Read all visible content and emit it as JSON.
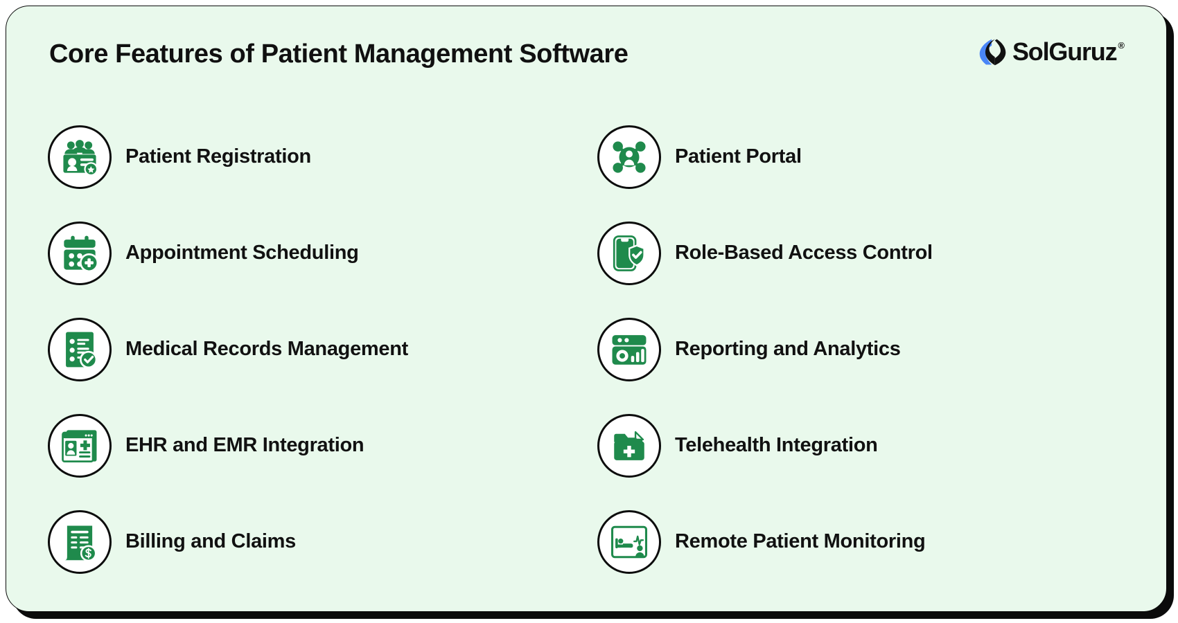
{
  "header": {
    "title": "Core Features of Patient Management Software",
    "brand": {
      "name": "SolGuruz",
      "trademark": "®",
      "mark_icon": "solguruz-hexagon-s-mark",
      "mark_color_primary": "#4a86f7",
      "mark_color_secondary": "#111111"
    }
  },
  "theme": {
    "card_background": "#e9f9ec",
    "page_background": "#ffffff",
    "border_color": "#0b0b0b",
    "shadow_color": "#0b0b0b",
    "icon_green": "#1f8a4c",
    "icon_circle_fill": "#ffffff",
    "text_color": "#111111"
  },
  "features": {
    "left_column": [
      {
        "label": "Patient Registration",
        "icon": "patient-registration-icon"
      },
      {
        "label": "Appointment Scheduling",
        "icon": "appointment-scheduling-icon"
      },
      {
        "label": "Medical Records Management",
        "icon": "medical-records-icon"
      },
      {
        "label": "EHR and EMR Integration",
        "icon": "ehr-emr-integration-icon"
      },
      {
        "label": "Billing and Claims",
        "icon": "billing-and-claims-icon"
      }
    ],
    "right_column": [
      {
        "label": "Patient Portal",
        "icon": "patient-portal-icon"
      },
      {
        "label": "Role-Based Access Control",
        "icon": "role-based-access-control-icon"
      },
      {
        "label": "Reporting and Analytics",
        "icon": "reporting-and-analytics-icon"
      },
      {
        "label": "Telehealth Integration",
        "icon": "telehealth-integration-icon"
      },
      {
        "label": "Remote Patient Monitoring",
        "icon": "remote-patient-monitoring-icon"
      }
    ]
  }
}
